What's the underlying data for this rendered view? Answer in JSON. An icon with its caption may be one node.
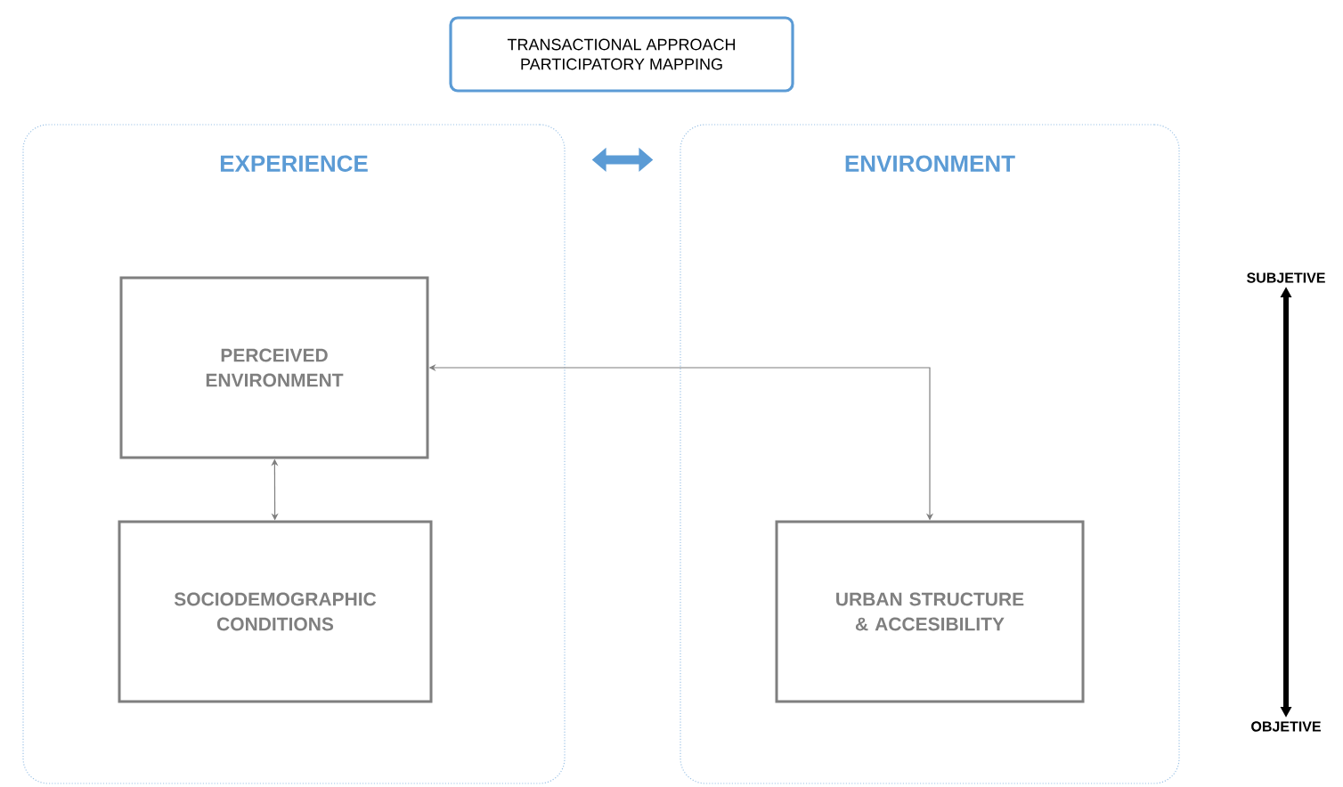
{
  "diagram": {
    "nodes": [
      {
        "text": [
          "TRANSACTIONAL APPROACH",
          "PARTICIPATORY MAPPING"
        ]
      },
      {
        "text": [
          "EXPERIENCE"
        ]
      },
      {
        "text": [
          "ENVIRONMENT"
        ]
      },
      {
        "text": [
          "PERCEIVED ENVIRONMENT"
        ],
        "in": 1
      },
      {
        "text": [
          "SOCIODEMOGRAPHIC CONDITIONS"
        ],
        "in": 1
      },
      {
        "text": [
          "URBAN STRUCTURE & ACCESIBILITY"
        ],
        "in": 2
      },
      {
        "text": [
          "SUBJETIVE"
        ]
      },
      {
        "text": [
          "OBJETIVE"
        ]
      }
    ],
    "edges": [
      {
        "from": 1,
        "to": 2,
        "arrow": "both",
        "style": "thick",
        "color": "#5b9bd5"
      },
      {
        "from": 3,
        "to": 4,
        "arrow": "both"
      },
      {
        "from": 5,
        "to": 3,
        "arrow": "both"
      },
      {
        "from": 6,
        "to": 7,
        "arrow": "both",
        "style": "thick",
        "color": "#000000"
      }
    ]
  }
}
